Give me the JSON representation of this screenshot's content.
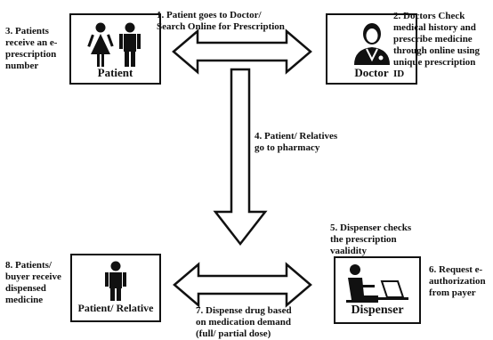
{
  "nodes": {
    "patient": {
      "label": "Patient",
      "icon": "man-woman-icon"
    },
    "doctor": {
      "label": "Doctor",
      "icon": "doctor-icon"
    },
    "patient_relative": {
      "label": "Patient/ Relative",
      "icon": "person-icon"
    },
    "dispenser": {
      "label": "Dispenser",
      "icon": "person-at-laptop-icon"
    }
  },
  "steps": {
    "step1": "1. Patient goes to Doctor/\nSearch Online  for Prescription",
    "step2": "2. Doctors Check\nmedical history and\nprescribe medicine\nthrough online using\nunique prescription\nID",
    "step3": "3. Patients\nreceive an e-\nprescription\nnumber",
    "step4": "4. Patient/ Relatives\ngo to pharmacy",
    "step5": "5. Dispenser checks\nthe prescription\nvaalidity",
    "step6": "6. Request e-\nauthorization\nfrom payer",
    "step7": "7. Dispense drug based\non medication demand\n(full/ partial dose)",
    "step8": "8. Patients/\nbuyer receive\ndispensed\nmedicine"
  }
}
